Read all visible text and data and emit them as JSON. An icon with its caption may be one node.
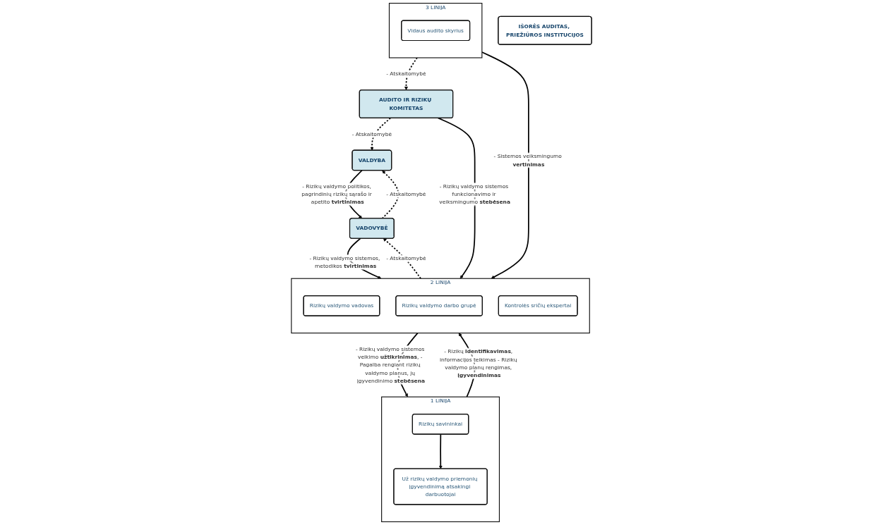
{
  "diagram": {
    "nodes": [
      {
        "text": [
          "VALDYBA"
        ]
      },
      {
        "text": [
          "VADOVYBĖ"
        ]
      },
      {
        "text": [
          "AUDITO IR RIZIKŲ KOMITETAS"
        ]
      },
      {
        "text": [
          "1 LINIJA"
        ]
      },
      {
        "text": [
          "Rizikų savininkai"
        ],
        "in": 3
      },
      {
        "text": [
          "Už rizikų valdymo priemonių įgyvendinimą atsakingi darbuotojai"
        ],
        "in": 3
      },
      {
        "text": [
          "2 LINIJA"
        ]
      },
      {
        "text": [
          "Rizikų valdymo vadovas"
        ],
        "in": 6
      },
      {
        "text": [
          "Rizikų valdymo darbo grupė"
        ],
        "in": 6
      },
      {
        "text": [
          "Kontrolės sričių ekspertai"
        ],
        "in": 6
      },
      {
        "text": [
          "3 LINIJA"
        ]
      },
      {
        "text": [
          "Vidaus audito skyrius"
        ],
        "in": 10
      },
      {
        "text": [
          "IŠORĖS AUDITAS, PRIEŽIŪROS INSTITUCIJOS"
        ]
      }
    ],
    "edges": [
      {
        "from": 0,
        "to": 1,
        "arrow": "to",
        "label": "- Rizikų valdymo politikos, pagrindinių rizikų sąrašo ir apetito **tvirtinimas**"
      },
      {
        "from": 1,
        "to": 0,
        "arrow": "to",
        "style": "dashed",
        "label": "- Atskaitomybė"
      },
      {
        "from": 2,
        "to": 0,
        "arrow": "to",
        "style": "dashed",
        "label": "- Atskaitomybė"
      },
      {
        "from": 1,
        "to": 6,
        "arrow": "to",
        "label": "- Rizikų valdymo sistemos, metodikos **tvirtinimas**"
      },
      {
        "from": 6,
        "to": 1,
        "arrow": "to",
        "style": "dashed",
        "label": "- Atskaitomybė"
      },
      {
        "from": 2,
        "to": 6,
        "arrow": "to",
        "label": "- Rizikų valdymo sistemos funkcionavimo ir veiksmingumo **stebėsena**"
      },
      {
        "from": 10,
        "to": 2,
        "arrow": "to",
        "style": "dashed",
        "label": "- Atskaitomybė"
      },
      {
        "from": 4,
        "to": 5,
        "arrow": "to"
      },
      {
        "from": 3,
        "to": 6,
        "arrow": "to",
        "label": "- Rizikų **identifikavimas**, informacijos teikimas - Rizikų valdymo planų rengimas, **įgyvendinimas**"
      },
      {
        "from": 6,
        "to": 3,
        "arrow": "to",
        "label": "- Rizikų valdymo sistemos veikimo **užtikrinimas**, - Pagalba rengiant rizikų valdymo planus, jų įgyvendinimo **stebėsena**"
      },
      {
        "from": 10,
        "to": 6,
        "arrow": "to",
        "label": "- Sistemos veiksmingumo **vertinimas**"
      }
    ]
  }
}
